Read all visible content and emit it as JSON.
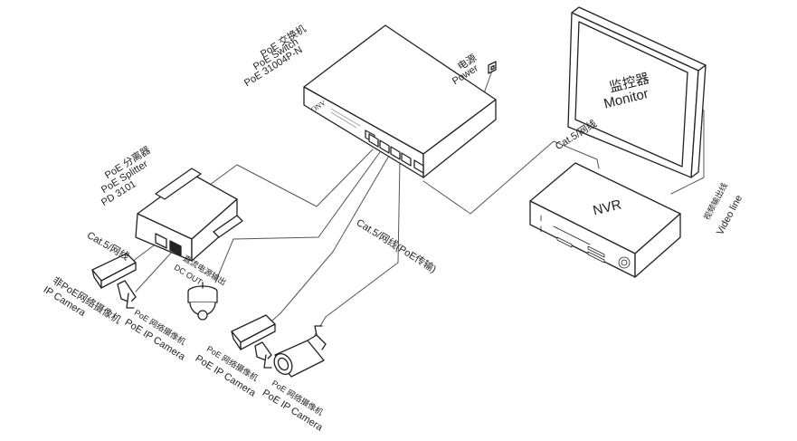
{
  "switch": {
    "title_cn": "PoE 交换机",
    "title_en": "PoE  Switch",
    "model": "PoE 31004P-N",
    "brand": "ONV"
  },
  "power": {
    "cn": "电源",
    "en": "Power"
  },
  "monitor": {
    "cn": "监控器",
    "en": "Monitor"
  },
  "nvr": {
    "label": "NVR"
  },
  "video_line": {
    "cn": "视频输出线",
    "en": "Video line"
  },
  "cable_nvr": "Cat.5/网线",
  "cable_poe": "Cat.5/网线(PoE传输)",
  "splitter": {
    "title_cn": "PoE 分离器",
    "title_en": "PoE Splitter",
    "model": "PD 3101",
    "dc_cn": "直流电源输出",
    "dc_en": "DC OUT"
  },
  "cable_splitter": "Cat.5/网线",
  "cameras": [
    {
      "cn": "非PoE网络摄像机",
      "en": "IP Camera"
    },
    {
      "cn": "PoE 网络摄像机",
      "en": "PoE IP Camera"
    },
    {
      "cn": "PoE 网络摄像机",
      "en": "PoE IP Camera"
    },
    {
      "cn": "PoE 网络摄像机",
      "en": "PoE IP Camera"
    }
  ]
}
